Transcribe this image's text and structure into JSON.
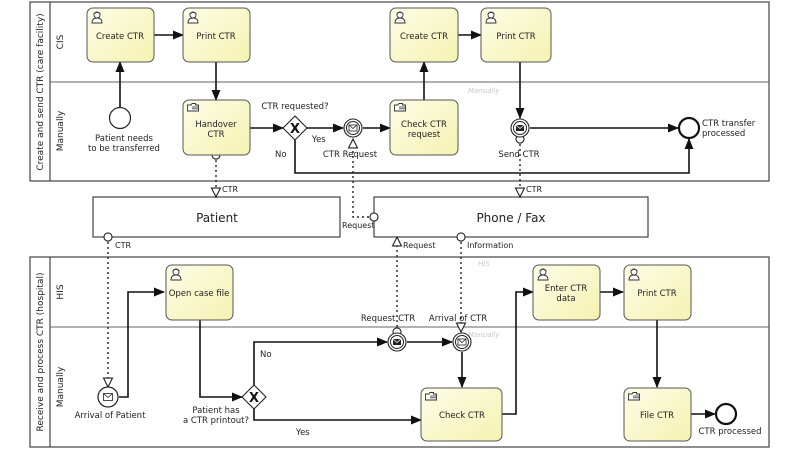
{
  "pools": [
    {
      "name": "Create and send CTR (care facility)",
      "lanes": [
        "CIS",
        "Manually"
      ]
    },
    {
      "name": "Receive and process CTR (hospital)",
      "lanes": [
        "HIS",
        "Manually"
      ]
    }
  ],
  "faint_labels": {
    "pool1_manually": "Manually",
    "pool2_his": "HIS",
    "pool2_manually": "Manually"
  },
  "black_boxes": {
    "patient": "Patient",
    "phone_fax": "Phone / Fax"
  },
  "tasks": {
    "create_ctr_1": {
      "line1": "Create CTR",
      "line2": "",
      "type": "user"
    },
    "print_ctr_1": {
      "line1": "Print CTR",
      "line2": "",
      "type": "user"
    },
    "create_ctr_2": {
      "line1": "Create CTR",
      "line2": "",
      "type": "user"
    },
    "print_ctr_2": {
      "line1": "Print CTR",
      "line2": "",
      "type": "user"
    },
    "handover_ctr": {
      "line1": "Handover",
      "line2": "CTR",
      "type": "manual"
    },
    "check_ctr_request": {
      "line1": "Check CTR",
      "line2": "request",
      "type": "manual"
    },
    "open_case_file": {
      "line1": "Open case file",
      "line2": "",
      "type": "user"
    },
    "enter_ctr_data": {
      "line1": "Enter CTR",
      "line2": "data",
      "type": "user"
    },
    "print_ctr_3": {
      "line1": "Print CTR",
      "line2": "",
      "type": "user"
    },
    "check_ctr": {
      "line1": "Check CTR",
      "line2": "",
      "type": "manual"
    },
    "file_ctr": {
      "line1": "File CTR",
      "line2": "",
      "type": "manual"
    }
  },
  "events": {
    "start_patient": {
      "line1": "Patient needs",
      "line2": "to be transferred"
    },
    "ctr_request": {
      "line1": "CTR Request"
    },
    "send_ctr": {
      "line1": "Send CTR"
    },
    "end_transfer": {
      "line1": "CTR transfer",
      "line2": "processed"
    },
    "arrival_patient": {
      "line1": "Arrival of Patient"
    },
    "request_ctr": {
      "line1": "Request CTR"
    },
    "arrival_ctr": {
      "line1": "Arrival of CTR"
    },
    "end_processed": {
      "line1": "CTR processed"
    }
  },
  "gateways": {
    "ctr_requested": {
      "label": "CTR requested?",
      "yes": "Yes",
      "no": "No",
      "symbol": "X"
    },
    "has_printout": {
      "line1": "Patient has",
      "line2": "a CTR printout?",
      "yes": "Yes",
      "no": "No",
      "symbol": "X"
    }
  },
  "message_labels": {
    "handover_to_patient": "CTR",
    "send_to_phone": "CTR",
    "phone_to_request": "Request",
    "patient_to_hospital": "CTR",
    "request_to_phone": "Request",
    "phone_information": "Information"
  },
  "colors": {
    "task_fill_start": "#fdfde8",
    "task_fill_end": "#f6f3b5",
    "stroke": "#444444"
  }
}
